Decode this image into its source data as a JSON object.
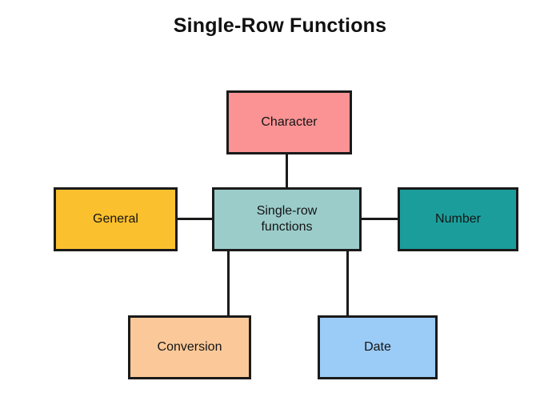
{
  "title": "Single-Row Functions",
  "diagram": {
    "type": "hub-and-spoke",
    "center": {
      "id": "center",
      "label": "Single-row\nfunctions",
      "color": "#9bccca"
    },
    "nodes": [
      {
        "id": "character",
        "label": "Character",
        "color": "#fb9395",
        "position": "top"
      },
      {
        "id": "general",
        "label": "General",
        "color": "#fbc02d",
        "position": "left"
      },
      {
        "id": "number",
        "label": "Number",
        "color": "#1b9e9b",
        "position": "right"
      },
      {
        "id": "conversion",
        "label": "Conversion",
        "color": "#fbc999",
        "position": "bottom-left"
      },
      {
        "id": "date",
        "label": "Date",
        "color": "#9bcbf7",
        "position": "bottom-right"
      }
    ],
    "edges": [
      {
        "from": "center",
        "to": "character",
        "orientation": "vertical"
      },
      {
        "from": "center",
        "to": "general",
        "orientation": "horizontal"
      },
      {
        "from": "center",
        "to": "number",
        "orientation": "horizontal"
      },
      {
        "from": "center",
        "to": "conversion",
        "orientation": "vertical"
      },
      {
        "from": "center",
        "to": "date",
        "orientation": "vertical"
      }
    ],
    "stroke_color": "#1a1a1a",
    "background": "#ffffff",
    "text_color": "#141414"
  }
}
